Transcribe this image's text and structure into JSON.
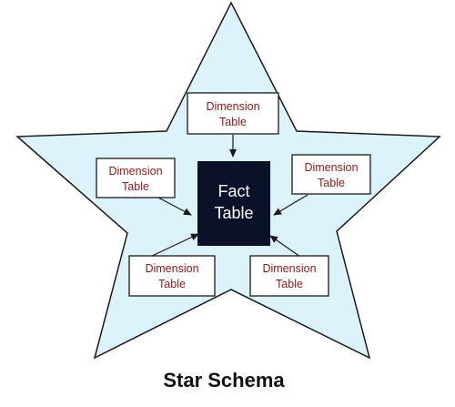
{
  "colors": {
    "star_fill": "#dcf3fb",
    "star_stroke": "#1a1a1a",
    "fact_fill": "#0b1128",
    "fact_text": "#ffffff",
    "dimension_text": "#8b1a1a",
    "box_stroke": "#1a1a1a",
    "arrow": "#1a1a1a",
    "title_text": "#111111"
  },
  "fact_table": {
    "line1": "Fact",
    "line2": "Table"
  },
  "dimensions": [
    {
      "line1": "Dimension",
      "line2": "Table"
    },
    {
      "line1": "Dimension",
      "line2": "Table"
    },
    {
      "line1": "Dimension",
      "line2": "Table"
    },
    {
      "line1": "Dimension",
      "line2": "Table"
    },
    {
      "line1": "Dimension",
      "line2": "Table"
    }
  ],
  "title": "Star Schema"
}
